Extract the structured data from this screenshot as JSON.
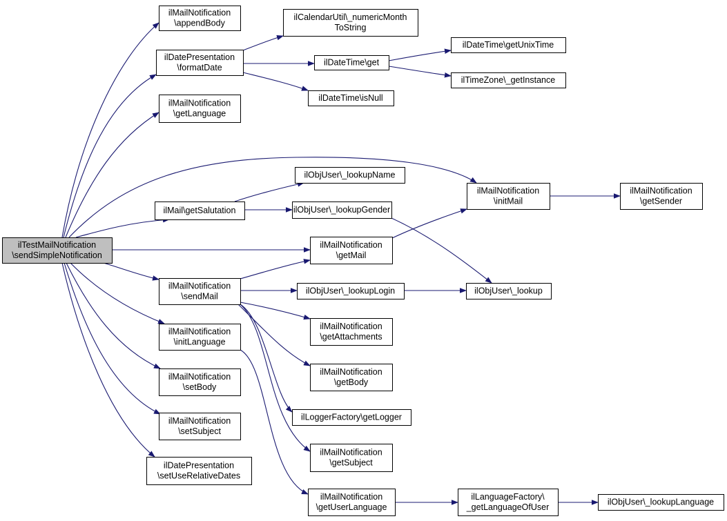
{
  "colors": {
    "edge": "#191970",
    "node_fill": "#ffffff",
    "root_fill": "#bfbfbf",
    "node_stroke": "#000000"
  },
  "nodes": [
    {
      "id": "root",
      "lines": [
        "ilTestMailNotification",
        "\\sendSimpleNotification"
      ],
      "root": true
    },
    {
      "id": "appendBody",
      "lines": [
        "ilMailNotification",
        "\\appendBody"
      ]
    },
    {
      "id": "formatDate",
      "lines": [
        "ilDatePresentation",
        "\\formatDate"
      ]
    },
    {
      "id": "numericMonth",
      "lines": [
        "ilCalendarUtil\\_numericMonth",
        "ToString"
      ]
    },
    {
      "id": "dtGet",
      "lines": [
        "ilDateTime\\get"
      ]
    },
    {
      "id": "unixTime",
      "lines": [
        "ilDateTime\\getUnixTime"
      ]
    },
    {
      "id": "tzInstance",
      "lines": [
        "ilTimeZone\\_getInstance"
      ]
    },
    {
      "id": "isNull",
      "lines": [
        "ilDateTime\\isNull"
      ]
    },
    {
      "id": "getLanguage",
      "lines": [
        "ilMailNotification",
        "\\getLanguage"
      ]
    },
    {
      "id": "lookupName",
      "lines": [
        "ilObjUser\\_lookupName"
      ]
    },
    {
      "id": "initMail",
      "lines": [
        "ilMailNotification",
        "\\initMail"
      ]
    },
    {
      "id": "getSender",
      "lines": [
        "ilMailNotification",
        "\\getSender"
      ]
    },
    {
      "id": "getSalutation",
      "lines": [
        "ilMail\\getSalutation"
      ]
    },
    {
      "id": "lookupGender",
      "lines": [
        "ilObjUser\\_lookupGender"
      ]
    },
    {
      "id": "getMail",
      "lines": [
        "ilMailNotification",
        "\\getMail"
      ]
    },
    {
      "id": "sendMail",
      "lines": [
        "ilMailNotification",
        "\\sendMail"
      ]
    },
    {
      "id": "lookupLogin",
      "lines": [
        "ilObjUser\\_lookupLogin"
      ]
    },
    {
      "id": "lookup",
      "lines": [
        "ilObjUser\\_lookup"
      ]
    },
    {
      "id": "getAttachments",
      "lines": [
        "ilMailNotification",
        "\\getAttachments"
      ]
    },
    {
      "id": "initLanguage",
      "lines": [
        "ilMailNotification",
        "\\initLanguage"
      ]
    },
    {
      "id": "getBody",
      "lines": [
        "ilMailNotification",
        "\\getBody"
      ]
    },
    {
      "id": "setBody",
      "lines": [
        "ilMailNotification",
        "\\setBody"
      ]
    },
    {
      "id": "getLogger",
      "lines": [
        "ilLoggerFactory\\getLogger"
      ]
    },
    {
      "id": "setSubject",
      "lines": [
        "ilMailNotification",
        "\\setSubject"
      ]
    },
    {
      "id": "getSubject",
      "lines": [
        "ilMailNotification",
        "\\getSubject"
      ]
    },
    {
      "id": "setUseRelativeDates",
      "lines": [
        "ilDatePresentation",
        "\\setUseRelativeDates"
      ]
    },
    {
      "id": "getUserLanguage",
      "lines": [
        "ilMailNotification",
        "\\getUserLanguage"
      ]
    },
    {
      "id": "langOfUser",
      "lines": [
        "ilLanguageFactory\\",
        "_getLanguageOfUser"
      ]
    },
    {
      "id": "lookupLanguage",
      "lines": [
        "ilObjUser\\_lookupLanguage"
      ]
    }
  ],
  "edges": [
    {
      "from": "root",
      "to": "appendBody"
    },
    {
      "from": "root",
      "to": "formatDate"
    },
    {
      "from": "root",
      "to": "getLanguage"
    },
    {
      "from": "root",
      "to": "initMail"
    },
    {
      "from": "root",
      "to": "getSalutation"
    },
    {
      "from": "root",
      "to": "getMail"
    },
    {
      "from": "root",
      "to": "sendMail"
    },
    {
      "from": "root",
      "to": "initLanguage"
    },
    {
      "from": "root",
      "to": "setBody"
    },
    {
      "from": "root",
      "to": "setSubject"
    },
    {
      "from": "root",
      "to": "setUseRelativeDates"
    },
    {
      "from": "formatDate",
      "to": "numericMonth"
    },
    {
      "from": "formatDate",
      "to": "dtGet"
    },
    {
      "from": "formatDate",
      "to": "isNull"
    },
    {
      "from": "dtGet",
      "to": "unixTime"
    },
    {
      "from": "dtGet",
      "to": "tzInstance"
    },
    {
      "from": "getSalutation",
      "to": "lookupName"
    },
    {
      "from": "getSalutation",
      "to": "lookupGender"
    },
    {
      "from": "lookupGender",
      "to": "lookup"
    },
    {
      "from": "initMail",
      "to": "getSender"
    },
    {
      "from": "getMail",
      "to": "initMail"
    },
    {
      "from": "sendMail",
      "to": "getMail"
    },
    {
      "from": "sendMail",
      "to": "lookupLogin"
    },
    {
      "from": "sendMail",
      "to": "getAttachments"
    },
    {
      "from": "sendMail",
      "to": "getBody"
    },
    {
      "from": "sendMail",
      "to": "getLogger"
    },
    {
      "from": "sendMail",
      "to": "getSubject"
    },
    {
      "from": "lookupLogin",
      "to": "lookup"
    },
    {
      "from": "initLanguage",
      "to": "getUserLanguage"
    },
    {
      "from": "getUserLanguage",
      "to": "langOfUser"
    },
    {
      "from": "langOfUser",
      "to": "lookupLanguage"
    }
  ]
}
